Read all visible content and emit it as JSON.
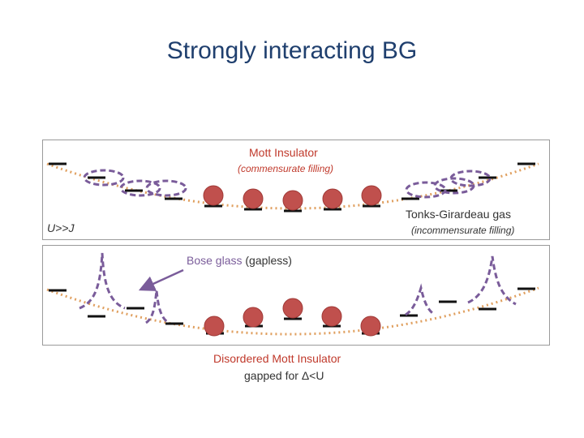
{
  "title": "Strongly interacting BG",
  "labels": {
    "mott_insulator": "Mott Insulator",
    "commensurate": "(commensurate filling)",
    "tonks_girardeau": "Tonks-Girardeau gas",
    "incommensurate": "(incommensurate filling)",
    "u_ratio": "U>>J",
    "bose_glass": "Bose glass",
    "gapless": "(gapless)",
    "disordered_mott": "Disordered Mott Insulator",
    "gapped_for": "gapped for Δ<U"
  },
  "colors": {
    "title": "#1f3f6e",
    "label_red": "#c0392b",
    "particle": "#c0504d",
    "particle_edge": "#a03a37",
    "wavefunction": "#7a5c9a",
    "trap": "#e0a060",
    "level": "#111111",
    "panel_border": "#9a9a9a"
  }
}
